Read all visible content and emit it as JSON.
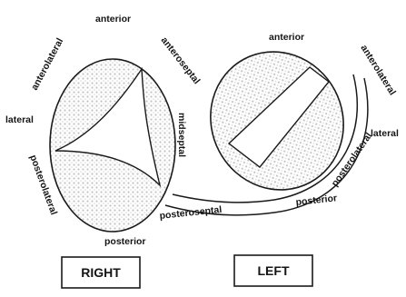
{
  "diagram": {
    "right_valve": {
      "labels": {
        "anterior": "anterior",
        "anterolateral": "anterolateral",
        "anteroseptal": "anteroseptal",
        "lateral": "lateral",
        "midseptal": "midseptal",
        "posterolateral": "posterolateral",
        "posterior": "posterior"
      },
      "box_label": "RIGHT"
    },
    "left_valve": {
      "labels": {
        "anterior": "anterior",
        "anterolateral": "anterolateral",
        "lateral": "lateral",
        "posterolateral": "posterolateral",
        "posterior": "posterior"
      },
      "box_label": "LEFT"
    },
    "shared": {
      "posteroseptal": "posteroseptal"
    },
    "colors": {
      "stroke": "#1a1a1a",
      "stipple": "#c9c9c9",
      "background": "#ffffff"
    }
  }
}
